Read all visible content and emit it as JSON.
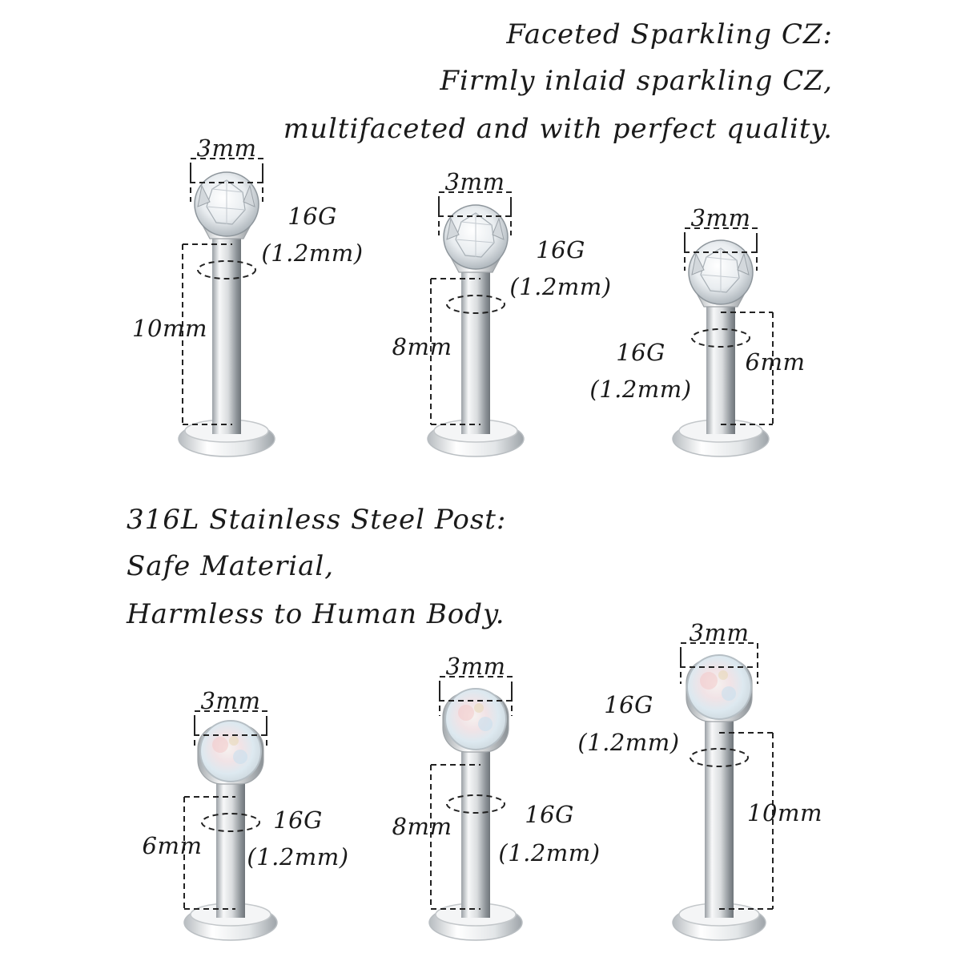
{
  "intro_cz": {
    "title": "Faceted Sparkling CZ:",
    "line1": "Firmly inlaid sparkling CZ,",
    "line2": "multifaceted and with perfect quality."
  },
  "intro_steel": {
    "title": "316L Stainless Steel Post:",
    "line1": "Safe Material,",
    "line2": "Harmless to Human Body."
  },
  "cz_items": [
    {
      "gem": "clear-cz",
      "top_size": "3mm",
      "gauge": "16G",
      "gauge_mm": "(1.2mm)",
      "length": "10mm"
    },
    {
      "gem": "clear-cz",
      "top_size": "3mm",
      "gauge": "16G",
      "gauge_mm": "(1.2mm)",
      "length": "8mm"
    },
    {
      "gem": "clear-cz",
      "top_size": "3mm",
      "gauge": "16G",
      "gauge_mm": "(1.2mm)",
      "length": "6mm"
    }
  ],
  "opal_items": [
    {
      "gem": "white-opal",
      "top_size": "3mm",
      "gauge": "16G",
      "gauge_mm": "(1.2mm)",
      "length": "6mm"
    },
    {
      "gem": "white-opal",
      "top_size": "3mm",
      "gauge": "16G",
      "gauge_mm": "(1.2mm)",
      "length": "8mm"
    },
    {
      "gem": "white-opal",
      "top_size": "3mm",
      "gauge": "16G",
      "gauge_mm": "(1.2mm)",
      "length": "10mm"
    }
  ],
  "colors": {
    "text": "#1a1a1a",
    "steel_light": "#f2f3f4",
    "steel_dark": "#8e9499",
    "opal_base": "#eef2f4"
  }
}
